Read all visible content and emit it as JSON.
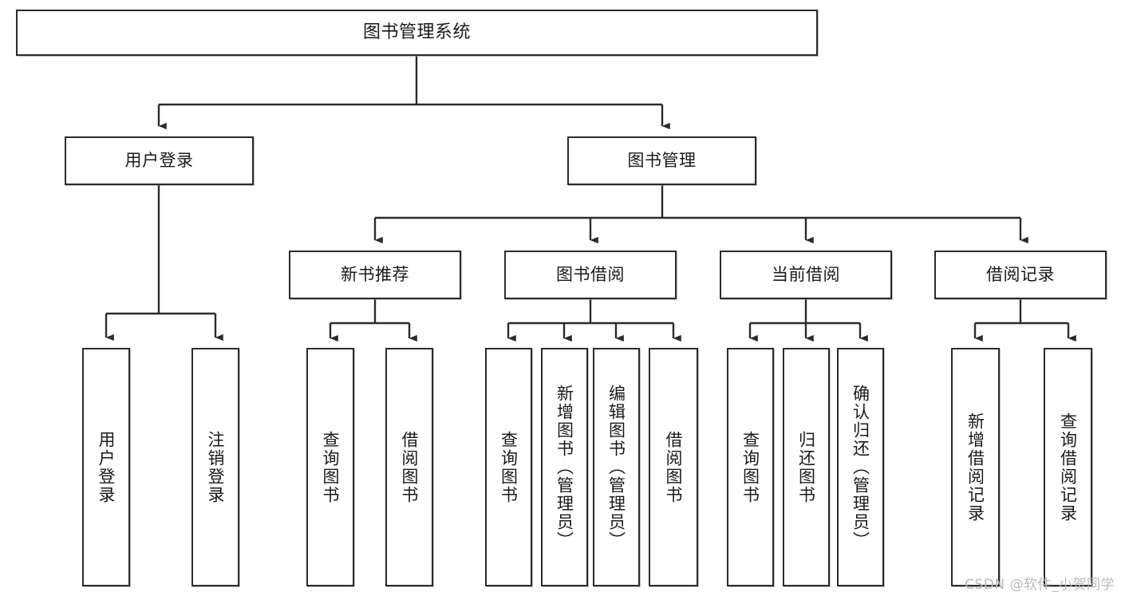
{
  "diagram": {
    "title": "图书管理系统",
    "type": "tree",
    "watermark": "CSDN @软件_小贺同学",
    "colors": {
      "box_border": "#2b2b2b",
      "box_fill": "#ffffff",
      "connector": "#2b2b2b",
      "text": "#1a1a1a",
      "watermark": "#b9b9b9"
    },
    "root": {
      "id": "root",
      "label": "图书管理系统",
      "children": [
        {
          "id": "user-login",
          "label": "用户登录",
          "children": [
            {
              "id": "do-login",
              "label": "用户登录"
            },
            {
              "id": "do-logout",
              "label": "注销登录"
            }
          ]
        },
        {
          "id": "book-manage",
          "label": "图书管理",
          "children": [
            {
              "id": "new-book-rec",
              "label": "新书推荐",
              "children": [
                {
                  "id": "rec-query-book",
                  "label": "查询图书"
                },
                {
                  "id": "rec-borrow-book",
                  "label": "借阅图书"
                }
              ]
            },
            {
              "id": "book-borrow",
              "label": "图书借阅",
              "children": [
                {
                  "id": "borrow-query-book",
                  "label": "查询图书"
                },
                {
                  "id": "borrow-add-book",
                  "label": "新增图书（管理员）"
                },
                {
                  "id": "borrow-edit-book",
                  "label": "编辑图书（管理员）"
                },
                {
                  "id": "borrow-borrow-book",
                  "label": "借阅图书"
                }
              ]
            },
            {
              "id": "current-borrow",
              "label": "当前借阅",
              "children": [
                {
                  "id": "cur-query-book",
                  "label": "查询图书"
                },
                {
                  "id": "cur-return-book",
                  "label": "归还图书"
                },
                {
                  "id": "cur-confirm-return",
                  "label": "确认归还（管理员）"
                }
              ]
            },
            {
              "id": "borrow-record",
              "label": "借阅记录",
              "children": [
                {
                  "id": "rec-add-record",
                  "label": "新增借阅记录"
                },
                {
                  "id": "rec-query-record",
                  "label": "查询借阅记录"
                }
              ]
            }
          ]
        }
      ]
    }
  }
}
